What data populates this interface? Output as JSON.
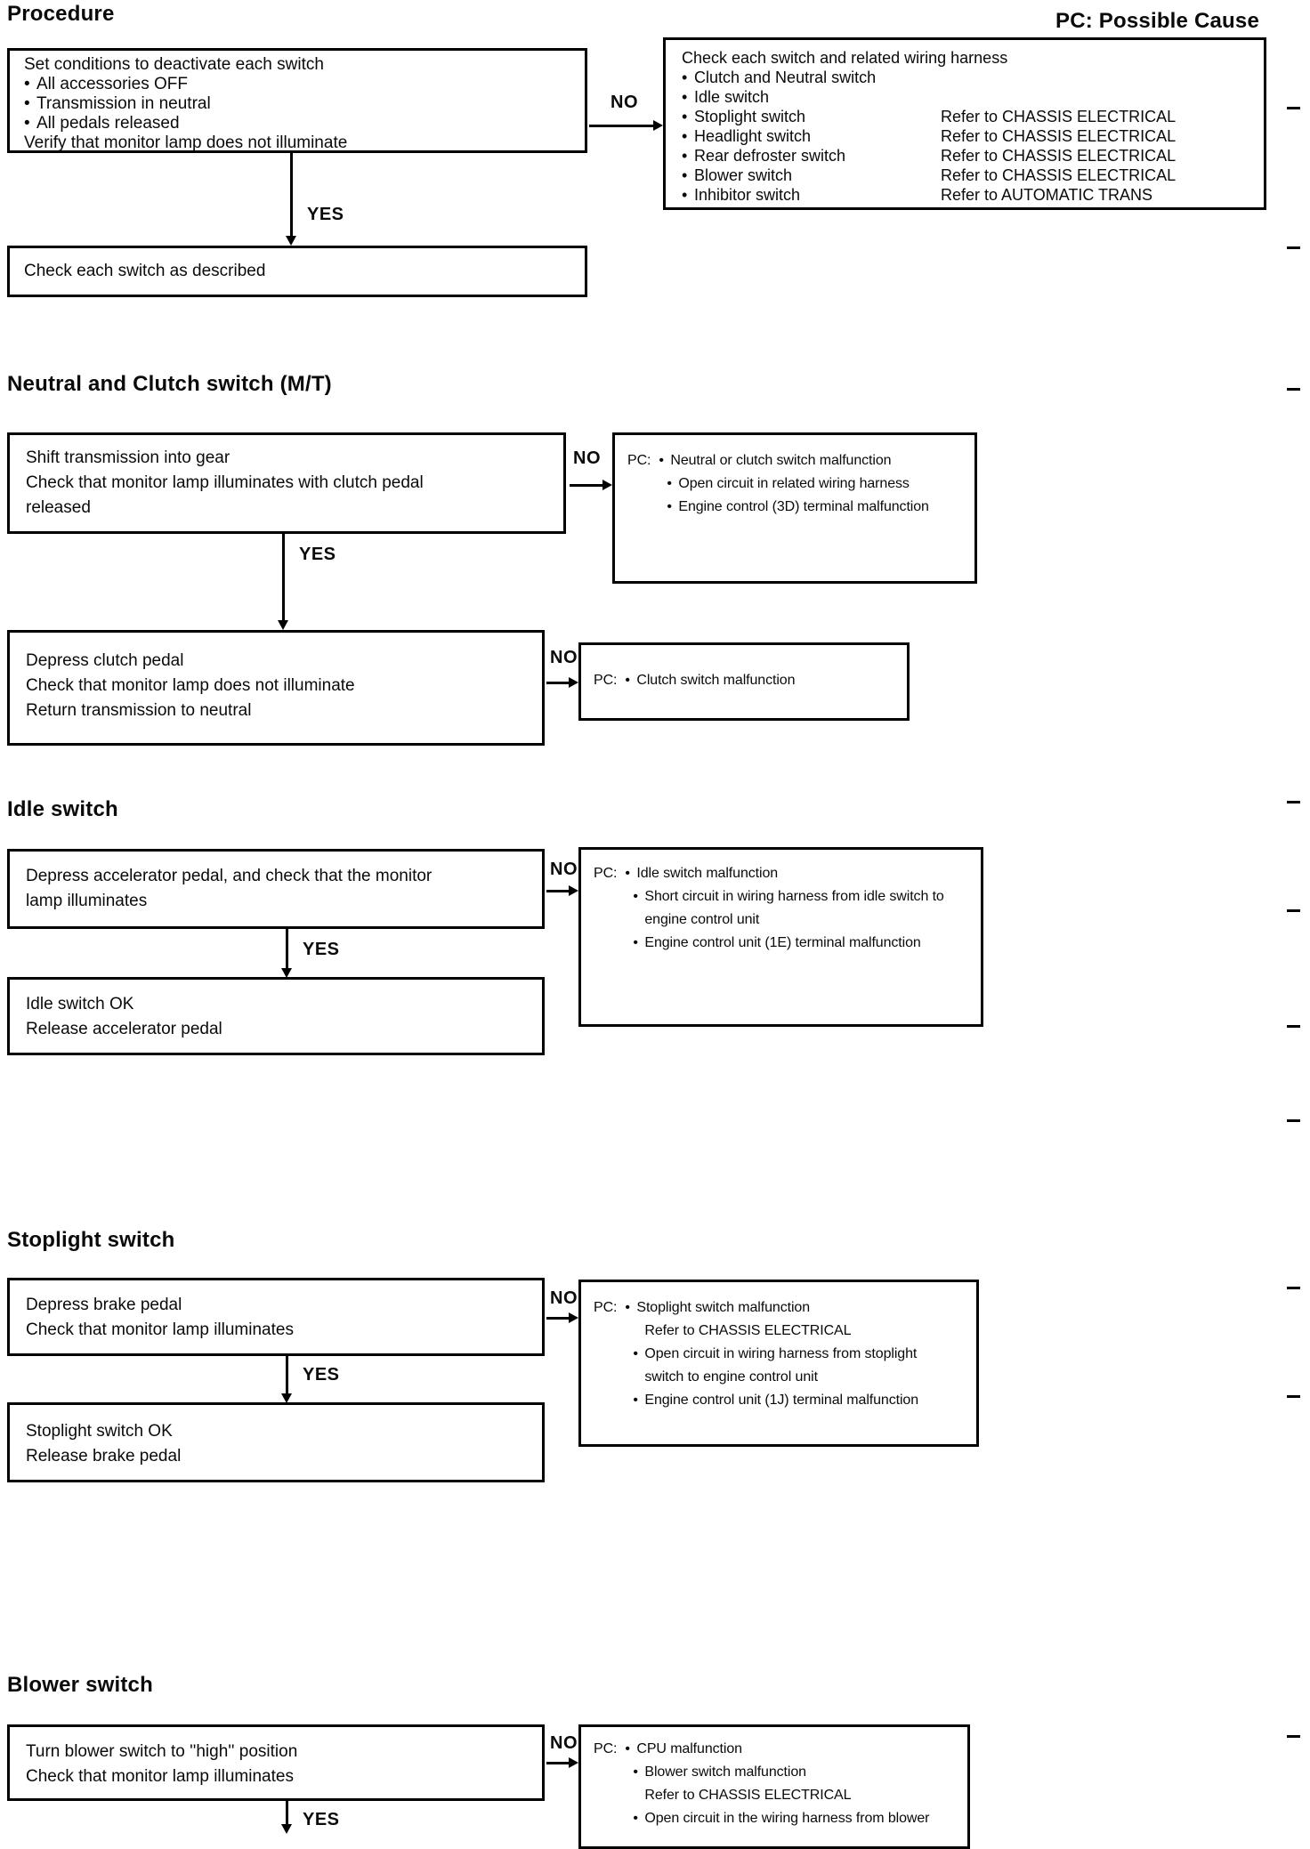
{
  "header": {
    "title": "Procedure",
    "legend": "PC: Possible Cause"
  },
  "flow": {
    "yes": "YES",
    "no": "NO",
    "pc": "PC:"
  },
  "procedure": {
    "start": {
      "line1": "Set conditions to deactivate each switch",
      "bullet1": "All accessories OFF",
      "bullet2": "Transmission in neutral",
      "bullet3": "All pedals released",
      "line2": "Verify that monitor lamp does not illuminate"
    },
    "check": {
      "title": "Check each switch and related wiring harness",
      "item1": "Clutch and Neutral switch",
      "item2": "Idle switch",
      "item3": "Stoplight switch",
      "item4": "Headlight switch",
      "item5": "Rear defroster switch",
      "item6": "Blower switch",
      "item7": "Inhibitor switch",
      "ref3": "Refer to CHASSIS ELECTRICAL",
      "ref4": "Refer to CHASSIS ELECTRICAL",
      "ref5": "Refer to CHASSIS ELECTRICAL",
      "ref6": "Refer to CHASSIS ELECTRICAL",
      "ref7": "Refer to AUTOMATIC TRANS"
    },
    "described": "Check each switch as described"
  },
  "neutral_clutch": {
    "heading": "Neutral and Clutch switch (M/T)",
    "step1": {
      "line1": "Shift transmission into gear",
      "line2": "Check that monitor lamp illuminates with clutch pedal",
      "line3": "released"
    },
    "pc1": {
      "cause1": "Neutral or clutch switch malfunction",
      "cause2": "Open circuit in related wiring harness",
      "cause3": "Engine control (3D) terminal malfunction"
    },
    "step2": {
      "line1": "Depress clutch pedal",
      "line2": "Check that monitor lamp does not illuminate",
      "line3": "Return transmission to neutral"
    },
    "pc2": {
      "cause1": "Clutch switch malfunction"
    }
  },
  "idle": {
    "heading": "Idle switch",
    "step1": {
      "line1": "Depress accelerator pedal, and check that the monitor",
      "line2": "lamp illuminates"
    },
    "pc1": {
      "cause1": "Idle switch malfunction",
      "cause2": "Short circuit in wiring harness from idle switch to",
      "cause2b": "engine control unit",
      "cause3": "Engine control unit (1E) terminal malfunction"
    },
    "ok": {
      "line1": "Idle switch OK",
      "line2": "Release accelerator pedal"
    }
  },
  "stoplight": {
    "heading": "Stoplight switch",
    "step1": {
      "line1": "Depress brake pedal",
      "line2": "Check that monitor lamp illuminates"
    },
    "pc1": {
      "cause1": "Stoplight switch malfunction",
      "cause1b": "Refer to CHASSIS ELECTRICAL",
      "cause2": "Open circuit in wiring harness from stoplight",
      "cause2b": "switch to engine control unit",
      "cause3": "Engine control unit (1J) terminal malfunction"
    },
    "ok": {
      "line1": "Stoplight switch OK",
      "line2": "Release brake pedal"
    }
  },
  "blower": {
    "heading": "Blower switch",
    "step1": {
      "line1": "Turn blower switch to ''high'' position",
      "line2": "Check that monitor lamp illuminates"
    },
    "pc1": {
      "cause1": "CPU malfunction",
      "cause2": "Blower switch malfunction",
      "cause2b": "Refer to CHASSIS ELECTRICAL",
      "cause3": "Open circuit in the wiring harness from blower"
    }
  }
}
